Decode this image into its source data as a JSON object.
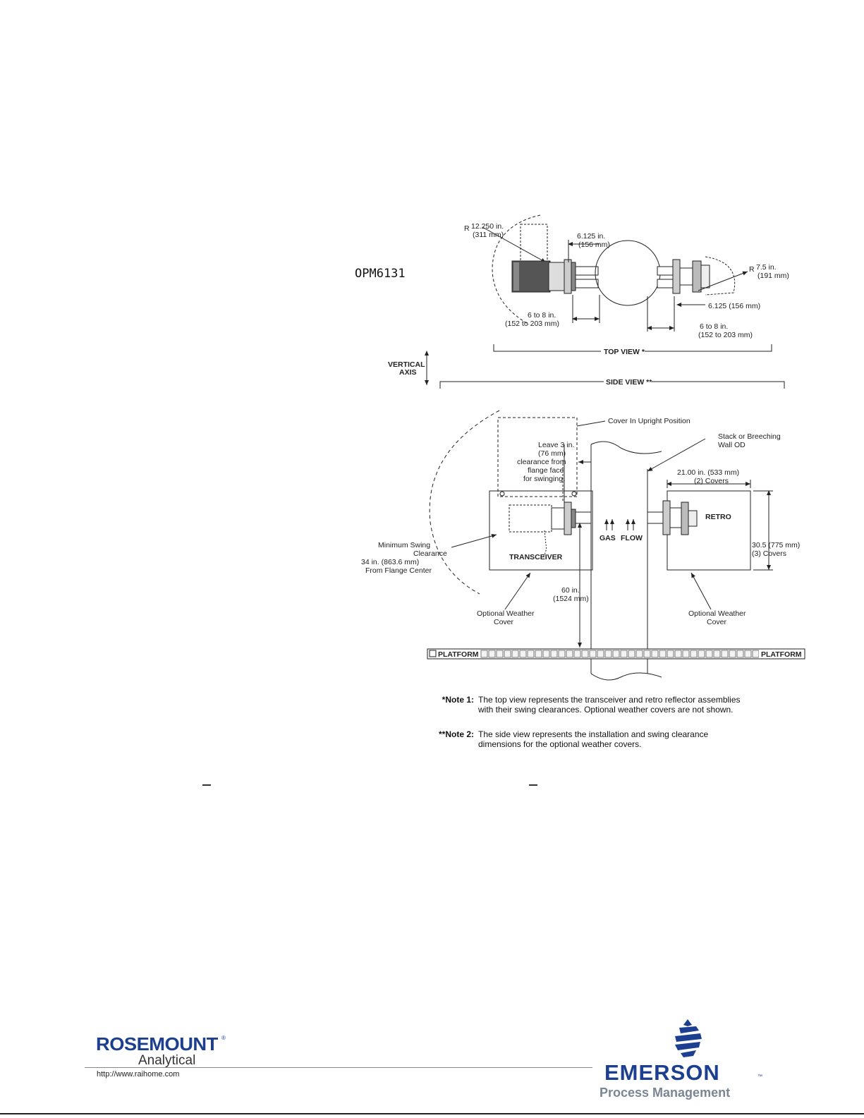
{
  "model_label": "OPM6131",
  "top_view": {
    "title": "TOP VIEW *",
    "radius_left": {
      "r": "R",
      "line1": "12.250 in.",
      "line2": "(311 mm)"
    },
    "dim_flange": {
      "line1": "6.125 in.",
      "line2": "(156 mm)"
    },
    "radius_right": {
      "r": "R",
      "line1": "7.5 in.",
      "line2": "(191 mm)"
    },
    "dim_right_flange": "6.125 (156 mm)",
    "dim_left_spacing": {
      "line1": "6 to 8 in.",
      "line2": "(152 to 203 mm)"
    },
    "dim_right_spacing": {
      "line1": "6 to 8 in.",
      "line2": "(152 to 203 mm)"
    }
  },
  "vertical_axis": {
    "line1": "VERTICAL",
    "line2": "AXIS"
  },
  "side_view": {
    "title": "SIDE VIEW **",
    "cover_upright": "Cover In Upright Position",
    "stack_wall": {
      "line1": "Stack or Breeching",
      "line2": "Wall OD"
    },
    "leave_clearance": {
      "line1": "Leave 3 in.",
      "line2": "(76 mm)",
      "line3": "clearance from",
      "line4": "flange face",
      "line5": "for swinging."
    },
    "covers_width": {
      "line1": "21.00 in. (533 mm)",
      "line2": "(2) Covers"
    },
    "retro": "RETRO",
    "covers_height": {
      "line1": "30.5 (775 mm)",
      "line2": "(3) Covers"
    },
    "gas": "GAS",
    "flow": "FLOW",
    "min_swing": {
      "line1": "Minimum Swing",
      "line2": "Clearance",
      "line3": "34 in. (863.6 mm)",
      "line4": "From Flange Center"
    },
    "transceiver": "TRANSCEIVER",
    "height_dim": {
      "line1": "60 in.",
      "line2": "(1524 mm)"
    },
    "weather_left": {
      "line1": "Optional Weather",
      "line2": "Cover"
    },
    "weather_right": {
      "line1": "Optional Weather",
      "line2": "Cover"
    },
    "platform_left": "PLATFORM",
    "platform_right": "PLATFORM"
  },
  "notes": [
    {
      "label": "*Note 1:",
      "line1": "The top view represents the transceiver and retro reflector assemblies",
      "line2": "with their swing clearances. Optional weather covers are not shown."
    },
    {
      "label": "**Note 2:",
      "line1": "The side view represents the installation and swing clearance",
      "line2": "dimensions for the optional weather covers."
    }
  ],
  "footer": {
    "rosemount": "ROSEMOUNT",
    "rosemount_reg": "®",
    "analytical": "Analytical",
    "url": "http://www.raihome.com",
    "emerson": "EMERSON",
    "emerson_tm": "™",
    "process_management": "Process Management"
  },
  "colors": {
    "brand_blue": "#1c3f8f",
    "gray_text": "#7a8595"
  }
}
